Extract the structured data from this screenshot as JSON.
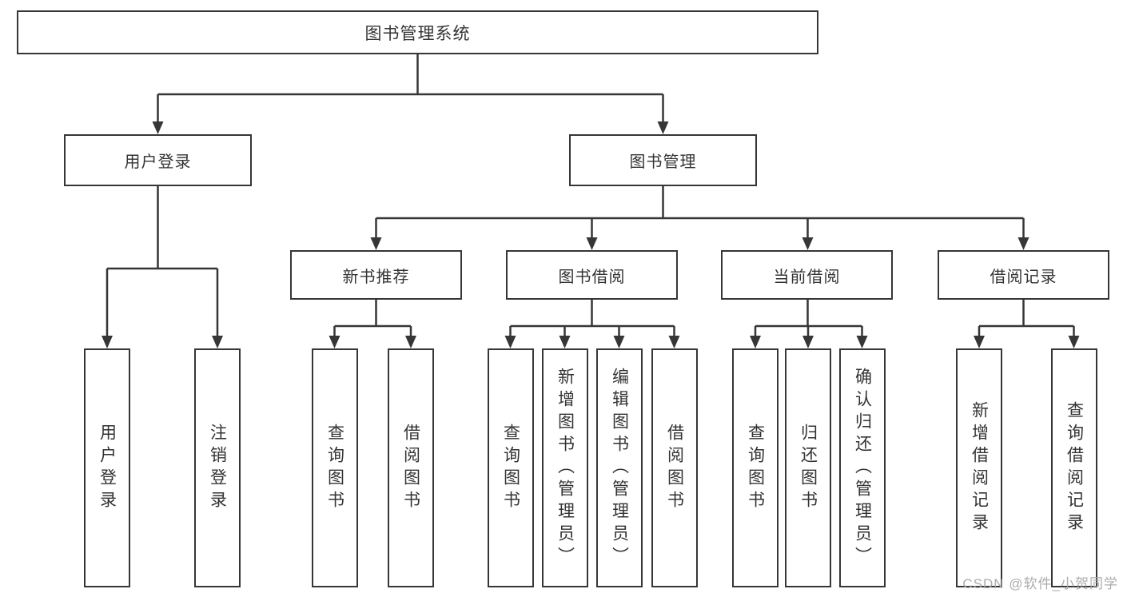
{
  "diagram": {
    "title": "图书管理系统",
    "branches": [
      {
        "label": "用户登录",
        "children": [
          "用户登录",
          "注销登录"
        ]
      },
      {
        "label": "图书管理",
        "sections": [
          {
            "label": "新书推荐",
            "children": [
              "查询图书",
              "借阅图书"
            ]
          },
          {
            "label": "图书借阅",
            "children": [
              "查询图书",
              "新增图书（管理员）",
              "编辑图书（管理员）",
              "借阅图书"
            ]
          },
          {
            "label": "当前借阅",
            "children": [
              "查询图书",
              "归还图书",
              "确认归还（管理员）"
            ]
          },
          {
            "label": "借阅记录",
            "children": [
              "新增借阅记录",
              "查询借阅记录"
            ]
          }
        ]
      }
    ]
  },
  "colors": {
    "line": "#363636",
    "text": "#333333",
    "watermark": "#a8a8a8",
    "background": "#ffffff"
  },
  "watermark": "CSDN @软件_小贺同学"
}
